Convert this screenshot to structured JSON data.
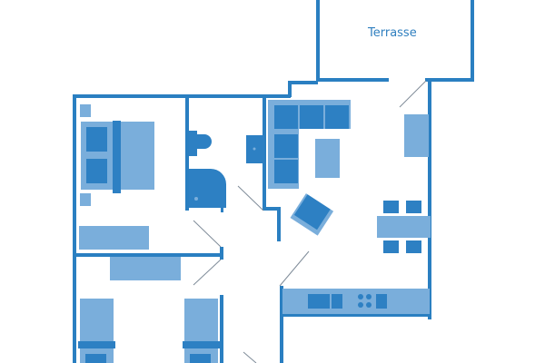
{
  "plan": {
    "type": "floor-plan",
    "colors": {
      "wall": "#2a7fc1",
      "dark": "#2d80c3",
      "light": "#7aaedb",
      "door": "#7f8c99",
      "background": "#ffffff"
    },
    "rooms": [
      {
        "name": "Terrasse",
        "label": "Terrasse"
      },
      {
        "name": "bedroom-1"
      },
      {
        "name": "bathroom"
      },
      {
        "name": "living-kitchen"
      },
      {
        "name": "bedroom-2"
      },
      {
        "name": "hallway"
      }
    ],
    "furniture": [
      "double-bed",
      "nightstands",
      "dresser",
      "toilet",
      "shower",
      "sink",
      "l-sofa",
      "coffee-table",
      "armchair",
      "sideboard",
      "dining-table",
      "dining-chairs",
      "kitchen-counter",
      "stove",
      "single-beds",
      "desk"
    ]
  }
}
